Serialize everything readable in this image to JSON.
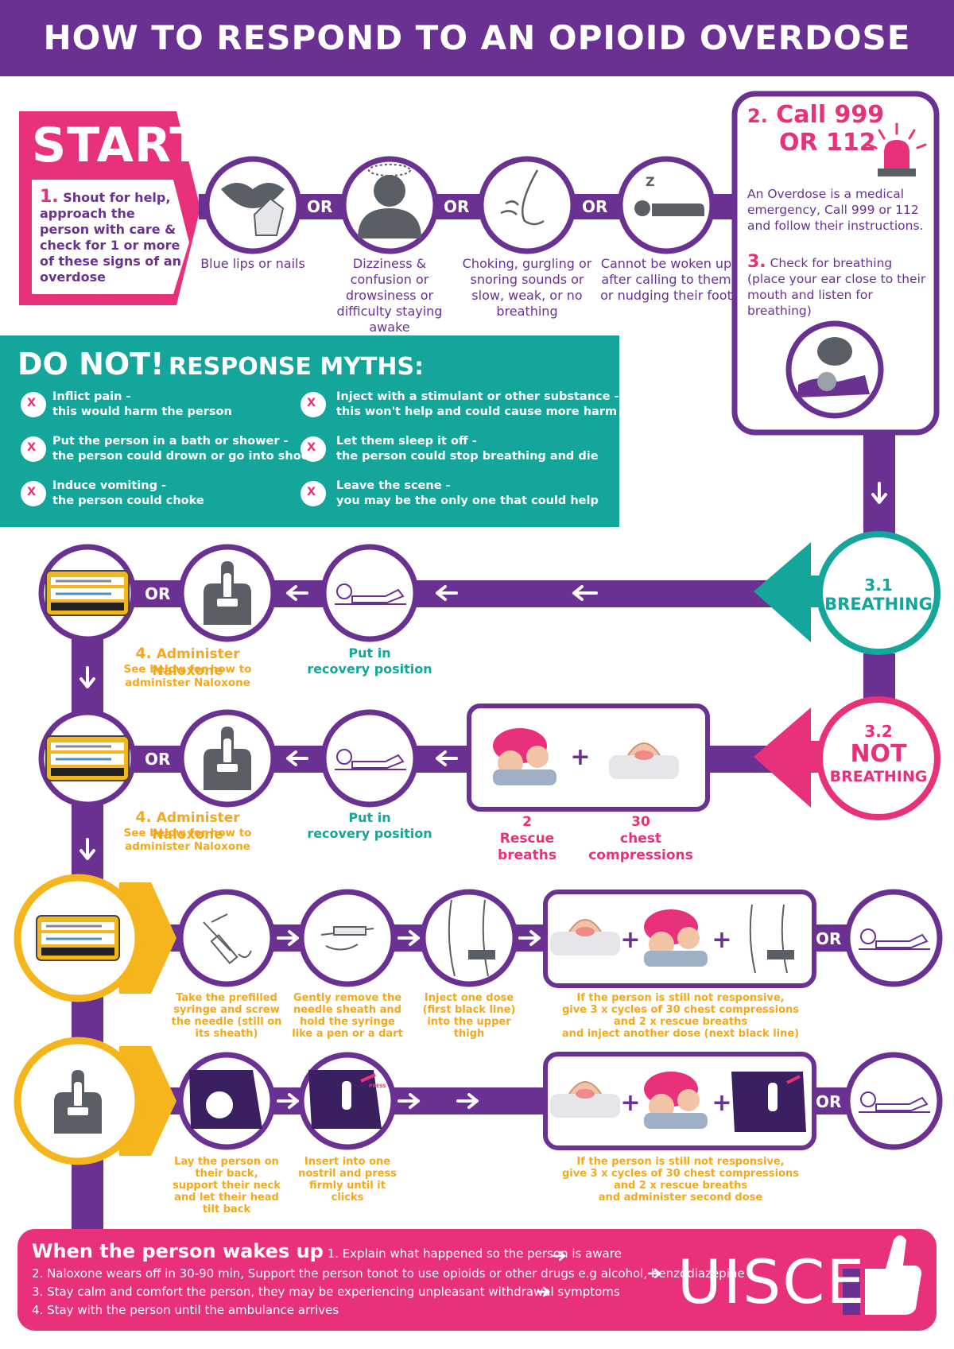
{
  "title": "HOW TO RESPOND TO AN OPIOID OVERDOSE",
  "start": {
    "label": "START",
    "step_number": "1.",
    "step_text": "Shout for help, approach the person with care & check for 1 or more of these signs of an overdose"
  },
  "signs": [
    {
      "label": "Blue lips or nails",
      "icon": "lips-nails-icon"
    },
    {
      "label": "Dizziness & confusion or drowsiness or difficulty staying awake",
      "icon": "dizzy-person-icon"
    },
    {
      "label": "Choking, gurgling or snoring sounds or slow, weak, or no breathing",
      "icon": "nose-breathing-icon"
    },
    {
      "label": "Cannot be woken up after calling to them or nudging their foot",
      "icon": "sleeping-person-icon"
    }
  ],
  "or_label": "OR",
  "call": {
    "number": "2.",
    "line1": "Call 999",
    "line2": "OR 112",
    "text": "An Overdose is a medical emergency, Call 999 or 112 and follow their instructions.",
    "icon": "siren-icon"
  },
  "check": {
    "number": "3.",
    "text": "Check for breathing (place your ear close to their mouth and listen for breathing)",
    "icon": "listen-breathing-icon"
  },
  "myths": {
    "title_big": "DO NOT!",
    "title_small": "RESPONSE MYTHS:",
    "items": [
      {
        "line1": "Inflict pain -",
        "line2": "this would harm the person"
      },
      {
        "line1": "Put the person in a bath or shower -",
        "line2": "the person could drown or go into shock"
      },
      {
        "line1": "Induce vomiting -",
        "line2": "the person could choke"
      },
      {
        "line1": "Inject with a stimulant or other substance -",
        "line2": "this won't help and could cause more harm"
      },
      {
        "line1": "Let them sleep it off -",
        "line2": "the person could stop breathing and die"
      },
      {
        "line1": "Leave the scene -",
        "line2": "you may be the only one that could help"
      }
    ],
    "mark": "X"
  },
  "breathing": {
    "number": "3.1",
    "label": "BREATHING"
  },
  "not_breathing": {
    "number": "3.2",
    "label1": "NOT",
    "label2": "BREATHING"
  },
  "naloxone": {
    "number": "4.",
    "title": "Administer Naloxone",
    "sub1": "See below for how to",
    "sub2": "administer Naloxone"
  },
  "recovery": {
    "line1": "Put in",
    "line2": "recovery position"
  },
  "rescue": {
    "num": "2",
    "line1": "Rescue",
    "line2": "breaths"
  },
  "compress": {
    "num": "30",
    "line1": "chest",
    "line2": "compressions"
  },
  "plus": "+",
  "injection_steps": [
    "Take the prefilled syringe and screw the needle (still on its sheath)",
    "Gently remove the needle sheath and hold the syringe like a pen or a dart",
    "Inject one dose (first black line) into the upper thigh"
  ],
  "injection_repeat": [
    "If the person is still not responsive,",
    "give 3 x cycles of 30 chest compressions",
    "and 2 x rescue breaths",
    "and inject another dose (next black line)"
  ],
  "nasal_steps": [
    "Lay the person on their back, support their neck and let their head tilt back",
    "Insert into one nostril and press firmly until it clicks"
  ],
  "nasal_repeat": [
    "If the person is still not responsive,",
    "give 3 x cycles of 30 chest compressions",
    "and 2 x rescue breaths",
    "and administer second dose"
  ],
  "press_label": "PRESS",
  "footer": {
    "heading": "When the person wakes up",
    "items": [
      "1. Explain what happened so the person is aware",
      "2. Naloxone wears off in 30-90 min, Support the person tonot to use opioids or other drugs e.g alcohol, benzodiazepine",
      "3. Stay calm and comfort the person, they may be experiencing unpleasant withdrawal symptoms",
      "4. Stay with the person until the ambulance arrives"
    ],
    "brand": "UISCE",
    "icon": "thumbs-up-icon"
  },
  "colors": {
    "purple": "#6a3192",
    "pink": "#e8317a",
    "teal": "#14a69a",
    "yellow": "#f5b51c",
    "grey": "#5a5f66"
  }
}
